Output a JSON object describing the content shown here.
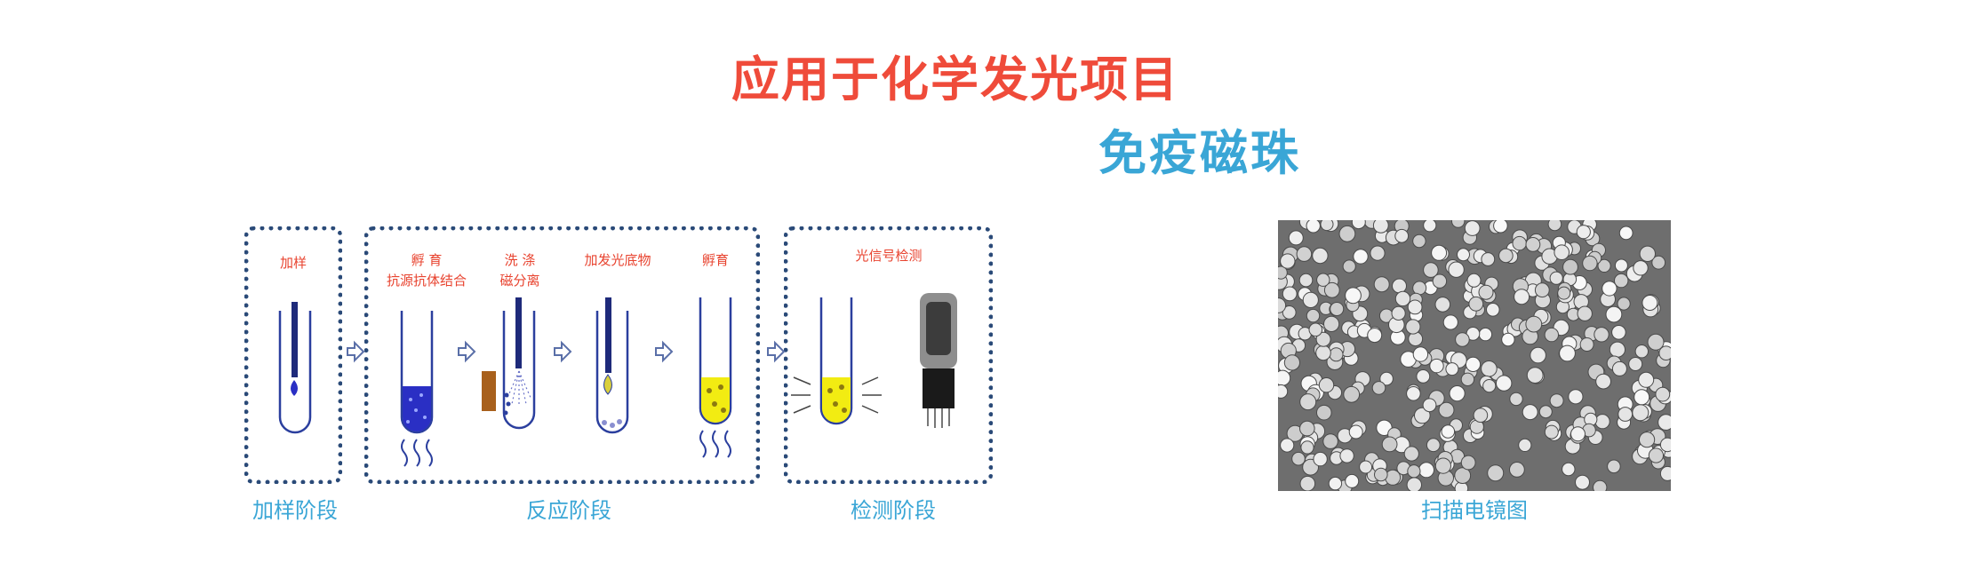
{
  "header": {
    "title": "应用于化学发光项目",
    "subtitle": "免疫磁珠"
  },
  "stages": {
    "sample": "加样阶段",
    "reaction": "反应阶段",
    "detection": "检测阶段"
  },
  "steps": {
    "add_sample": "加样",
    "incubate1_line1": "孵 育",
    "incubate1_line2": "抗源抗体结合",
    "wash_line1": "洗 涤",
    "wash_line2": "磁分离",
    "add_substrate": "加发光底物",
    "incubate2": "孵育",
    "signal_detect": "光信号检测"
  },
  "image": {
    "caption": "扫描电镜图"
  },
  "colors": {
    "title": "#ef4b3a",
    "accent": "#3aa6d6",
    "panel_border": "#2a4a78",
    "tube_outline": "#2b3f9e",
    "blue_liquid": "#2a2fc4",
    "yellow_liquid": "#f2ec12",
    "magnet": "#a8601c"
  }
}
